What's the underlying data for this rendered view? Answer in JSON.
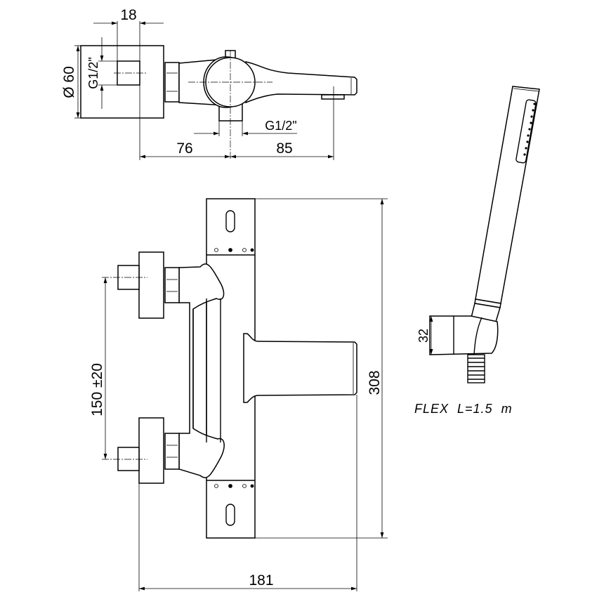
{
  "drawing": {
    "top_view": {
      "dim_flange_depth": "18",
      "dim_flange_diameter": "Ø 60",
      "dim_inlet_thread": "G1/2\"",
      "dim_outlet_thread": "G1/2\"",
      "dim_wall_to_outlet": "76",
      "dim_outlet_to_spout": "85"
    },
    "front_view": {
      "dim_inlet_spacing": "150 ±20",
      "dim_height": "308",
      "dim_width": "181"
    },
    "hand_shower": {
      "dim_holder_height": "32",
      "hose_note": "FLEX  L=1.5  m"
    }
  }
}
